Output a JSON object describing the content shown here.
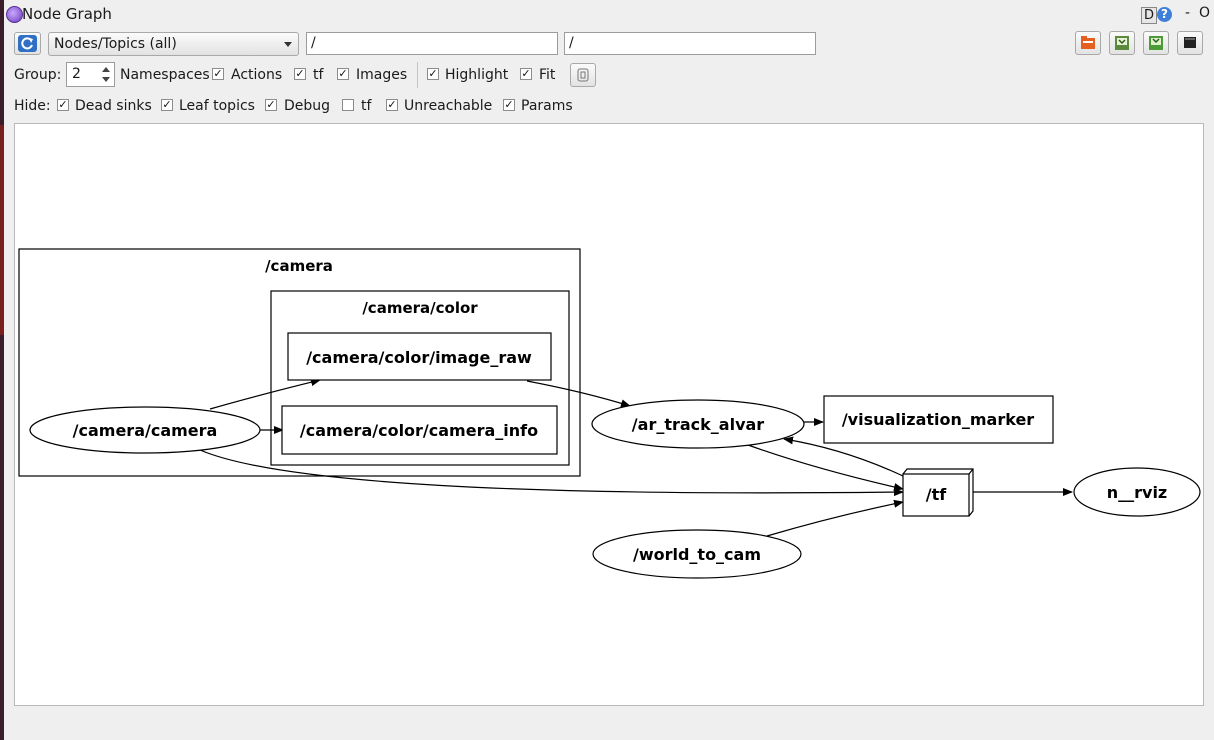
{
  "window": {
    "title": "Node Graph",
    "d_button": "D",
    "help_button": "?",
    "minimize": "-",
    "close": "O"
  },
  "toolbar": {
    "mode_options_selected": "Nodes/Topics (all)",
    "node_filter_value": "/",
    "topic_filter_value": "/"
  },
  "options_row": {
    "group_label": "Group:",
    "group_value": "2",
    "namespaces_label": "Namespaces",
    "actions_label": "Actions",
    "tf_label": "tf",
    "images_label": "Images",
    "highlight_label": "Highlight",
    "fit_label": "Fit"
  },
  "hide_row": {
    "hide_label": "Hide:",
    "dead_sinks_label": "Dead sinks",
    "leaf_topics_label": "Leaf topics",
    "debug_label": "Debug",
    "tf_label": "tf",
    "unreachable_label": "Unreachable",
    "params_label": "Params"
  },
  "checks": {
    "namespaces": true,
    "actions": true,
    "tf": true,
    "images": true,
    "highlight": true,
    "fit": true,
    "dead_sinks": true,
    "leaf_topics": true,
    "debug": true,
    "hide_tf": false,
    "unreachable": true,
    "params": true
  },
  "graph": {
    "clusters": {
      "camera": "/camera",
      "camera_color": "/camera/color"
    },
    "nodes": {
      "camera_camera": "/camera/camera",
      "image_raw": "/camera/color/image_raw",
      "camera_info": "/camera/color/camera_info",
      "ar_track_alvar": "/ar_track_alvar",
      "visualization_marker": "/visualization_marker",
      "tf": "/tf",
      "rviz": "n__rviz",
      "world_to_cam": "/world_to_cam"
    }
  },
  "icons": {
    "refresh": "refresh-icon",
    "load": "open-folder-icon",
    "save_dot": "save-dot-icon",
    "save_svg": "save-image-icon",
    "screenshot": "screenshot-icon",
    "fit_view": "fit-view-icon"
  }
}
